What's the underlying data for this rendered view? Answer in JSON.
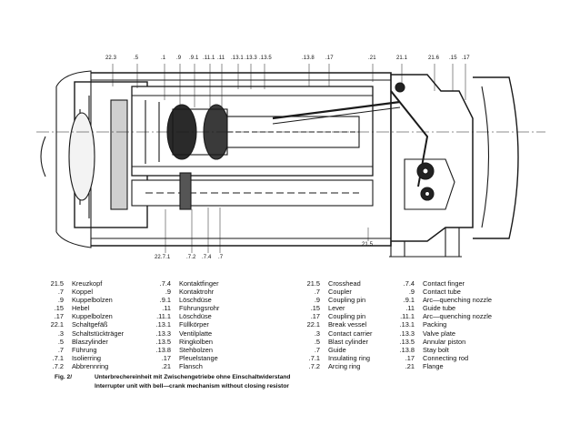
{
  "top_callouts": [
    "22.3",
    ".5",
    ".1",
    ".9",
    ".9.1",
    ".11.1",
    ".11",
    ".13.1",
    ".13.3",
    ".13.5",
    ".13.8",
    ".17",
    ".21",
    "21.1",
    "21.6",
    ".15",
    ".17"
  ],
  "bottom_callouts": [
    "22.7.1",
    ".7.2",
    ".7.4",
    ".7",
    "21.5"
  ],
  "legend": {
    "de_col1": [
      {
        "num": "21.5",
        "text": "Kreuzkopf"
      },
      {
        "num": ".7",
        "text": "Koppel"
      },
      {
        "num": ".9",
        "text": "Kuppelbolzen"
      },
      {
        "num": ".15",
        "text": "Hebel"
      },
      {
        "num": ".17",
        "text": "Kuppelbolzen"
      },
      {
        "num": "22.1",
        "text": "Schaltgefäß"
      },
      {
        "num": ".3",
        "text": "Schaltstückträger"
      },
      {
        "num": ".5",
        "text": "Blaszylinder"
      },
      {
        "num": ".7",
        "text": "Führung"
      },
      {
        "num": ".7.1",
        "text": "Isolierring"
      },
      {
        "num": ".7.2",
        "text": "Abbrennring"
      }
    ],
    "de_col2": [
      {
        "num": ".7.4",
        "text": "Kontaktfinger"
      },
      {
        "num": ".9",
        "text": "Kontaktrohr"
      },
      {
        "num": ".9.1",
        "text": "Löschdüse"
      },
      {
        "num": ".11",
        "text": "Führungsrohr"
      },
      {
        "num": ".11.1",
        "text": "Löschdüse"
      },
      {
        "num": ".13.1",
        "text": "Füllkörper"
      },
      {
        "num": ".13.3",
        "text": "Ventilplatte"
      },
      {
        "num": ".13.5",
        "text": "Ringkolben"
      },
      {
        "num": ".13.8",
        "text": "Stehbolzen"
      },
      {
        "num": ".17",
        "text": "Pleuelstange"
      },
      {
        "num": ".21",
        "text": "Flansch"
      }
    ],
    "en_col1": [
      {
        "num": "21.5",
        "text": "Crosshead"
      },
      {
        "num": ".7",
        "text": "Coupler"
      },
      {
        "num": ".9",
        "text": "Coupling pin"
      },
      {
        "num": ".15",
        "text": "Lever"
      },
      {
        "num": ".17",
        "text": "Coupling pin"
      },
      {
        "num": "22.1",
        "text": "Break vessel"
      },
      {
        "num": ".3",
        "text": "Contact carrier"
      },
      {
        "num": ".5",
        "text": "Blast cylinder"
      },
      {
        "num": ".7",
        "text": "Guide"
      },
      {
        "num": ".7.1",
        "text": "Insulating ring"
      },
      {
        "num": ".7.2",
        "text": "Arcing ring"
      }
    ],
    "en_col2": [
      {
        "num": ".7.4",
        "text": "Contact finger"
      },
      {
        "num": ".9",
        "text": "Contact tube"
      },
      {
        "num": ".9.1",
        "text": "Arc—quenching nozzle"
      },
      {
        "num": ".11",
        "text": "Guide tube"
      },
      {
        "num": ".11.1",
        "text": "Arc—quenching nozzle"
      },
      {
        "num": ".13.1",
        "text": "Packing"
      },
      {
        "num": ".13.3",
        "text": "Valve plate"
      },
      {
        "num": ".13.5",
        "text": "Annular piston"
      },
      {
        "num": ".13.8",
        "text": "Stay bolt"
      },
      {
        "num": ".17",
        "text": "Connecting rod"
      },
      {
        "num": ".21",
        "text": "Flange"
      }
    ]
  },
  "caption": {
    "fig": "Fig. 2/",
    "german": "Unterbrechereinheit mit Zwischengetriebe ohne Einschaltwiderstand",
    "english": "Interrupter unit with bell—crank mechanism without closing resistor"
  }
}
